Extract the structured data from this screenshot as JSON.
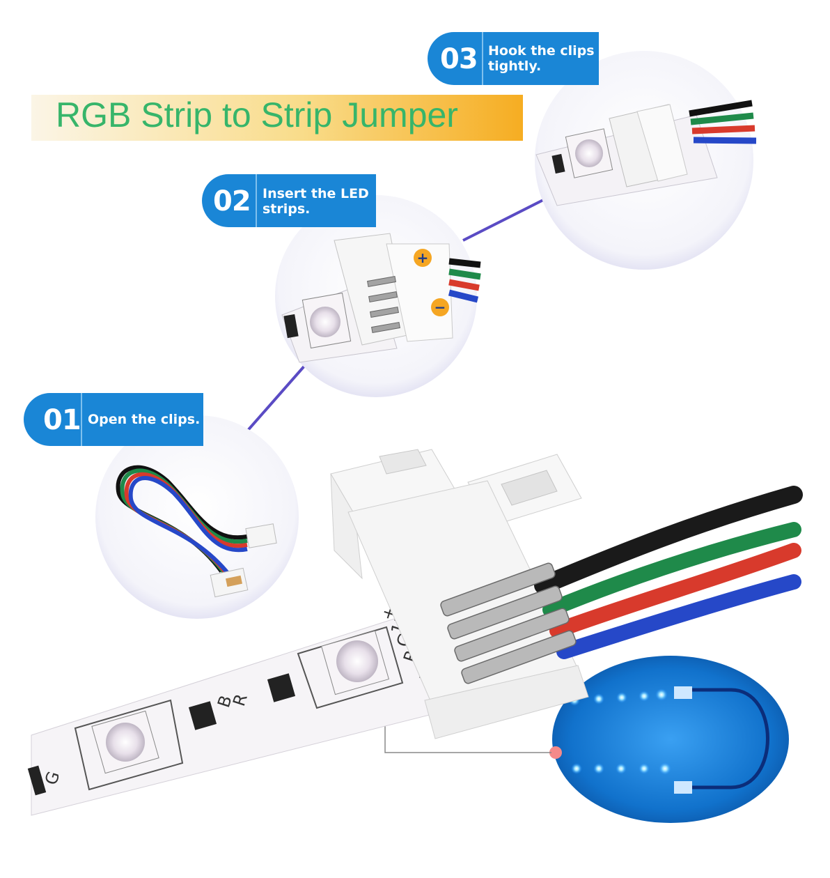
{
  "title": "RGB Strip to Strip Jumper",
  "steps": [
    {
      "number": "01",
      "text_line1": "Open the clips.",
      "text_line2": ""
    },
    {
      "number": "02",
      "text_line1": "Insert the LED",
      "text_line2": "strips."
    },
    {
      "number": "03",
      "text_line1": "Hook the clips",
      "text_line2": "tightly."
    }
  ],
  "pcb_labels": {
    "plus": "+",
    "voltage": "12V",
    "g": "G",
    "r": "R",
    "b": "B"
  },
  "connector_marks": {
    "plus": "+",
    "minus": "−"
  },
  "colors": {
    "banner_start": "#f5f0e0",
    "banner_end": "#f7b52b",
    "title_green": "#37b56a",
    "badge_blue": "#1a86d6",
    "connector_line": "#5a4bc4",
    "glow_blue": "#1aa6ff",
    "wire_black": "#1a1a1a",
    "wire_green": "#1f8a4a",
    "wire_red": "#d83a2c",
    "wire_blue": "#2648c8"
  }
}
